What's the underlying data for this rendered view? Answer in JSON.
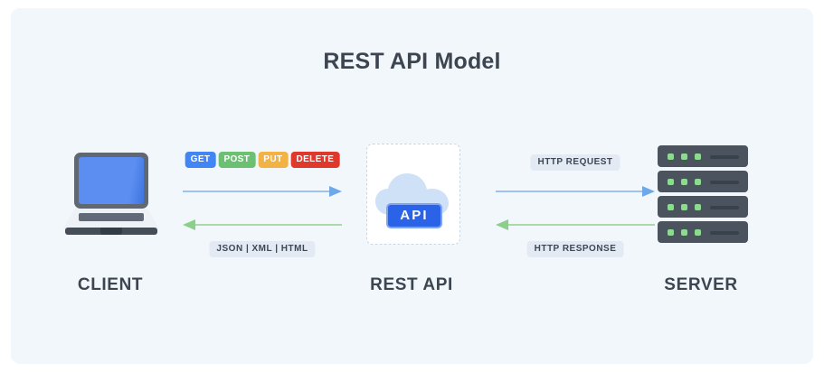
{
  "diagram": {
    "title": "REST API Model",
    "background_color": "#f2f7fb"
  },
  "nodes": {
    "client": {
      "label": "CLIENT",
      "icon": "laptop-icon",
      "screen_color": "#5b8ef0",
      "body_color": "#5f6873"
    },
    "rest_api": {
      "label": "REST API",
      "icon": "cloud-icon",
      "badge_text": "API",
      "badge_color": "#2b63e8",
      "cloud_color": "#cfe1f7"
    },
    "server": {
      "label": "SERVER",
      "icon": "server-rack-icon",
      "rack_count": 4,
      "leds_per_rack": 3,
      "rack_color": "#4b535f",
      "led_color": "#8ddb8f"
    }
  },
  "flows": {
    "client_to_api": {
      "methods": [
        {
          "label": "GET",
          "color": "#4285f4"
        },
        {
          "label": "POST",
          "color": "#6cc071"
        },
        {
          "label": "PUT",
          "color": "#f2b244"
        },
        {
          "label": "DELETE",
          "color": "#e0392b"
        }
      ],
      "request_arrow_color": "#9dc2ef",
      "response_arrow_color": "#a8dba8",
      "response_label": "JSON | XML | HTML"
    },
    "api_to_server": {
      "request_label": "HTTP REQUEST",
      "response_label": "HTTP RESPONSE",
      "request_arrow_color": "#9dc2ef",
      "response_arrow_color": "#a8dba8"
    }
  }
}
